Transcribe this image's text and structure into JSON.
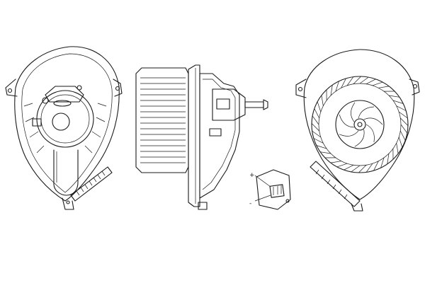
{
  "drawing": {
    "subject": "blower-motor-technical-drawing",
    "line_color": "#1a1a1a",
    "background_color": "#ffffff",
    "views": [
      {
        "id": "rear-view",
        "name": "motor-rear-view"
      },
      {
        "id": "side-view",
        "name": "motor-side-view"
      },
      {
        "id": "connector-view",
        "name": "connector-detail"
      },
      {
        "id": "front-view",
        "name": "fan-front-view"
      }
    ],
    "connector": {
      "plus_label": "+",
      "minus_label": "-"
    }
  }
}
